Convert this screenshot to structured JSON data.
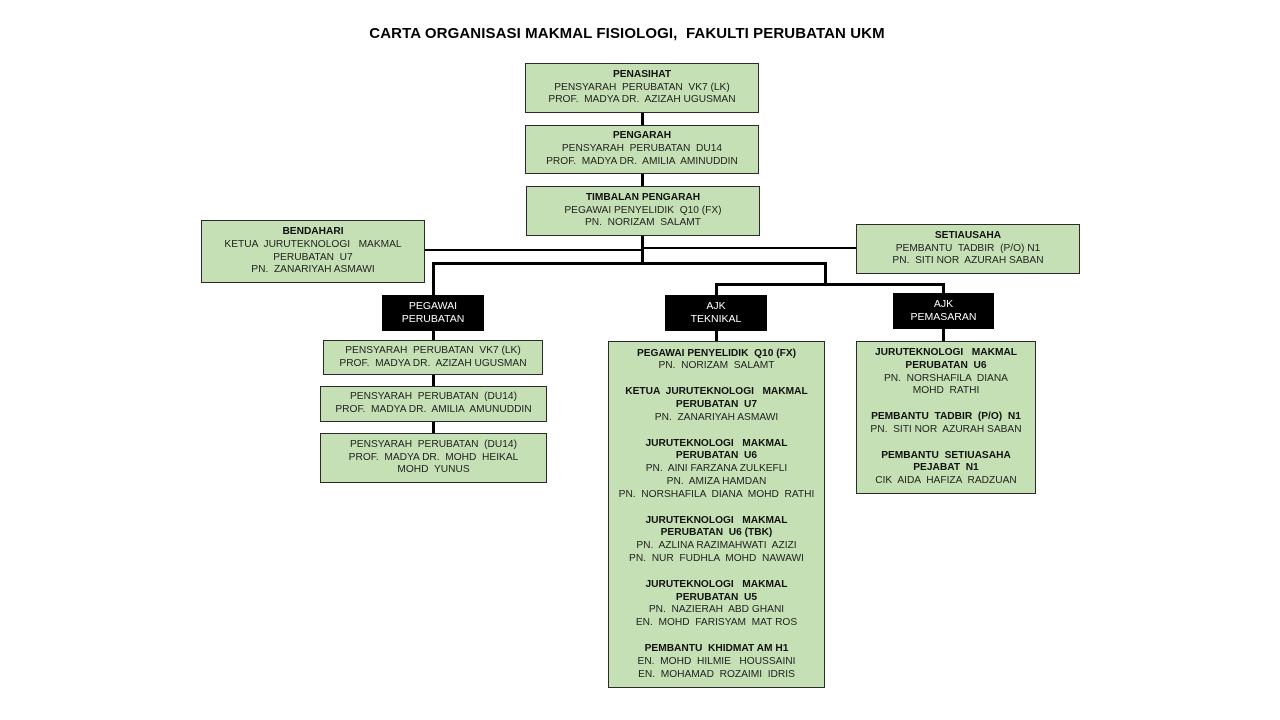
{
  "title": "CARTA ORGANISASI MAKMAL FISIOLOGI,  FAKULTI PERUBATAN UKM",
  "top_chain": [
    {
      "role": "PENASIHAT",
      "lines": [
        "PENSYARAH  PERUBATAN  VK7 (LK)",
        "PROF.  MADYA DR.  AZIZAH UGUSMAN"
      ]
    },
    {
      "role": "PENGARAH",
      "lines": [
        "PENSYARAH  PERUBATAN  DU14",
        "PROF.  MADYA DR.  AMILIA  AMINUDDIN"
      ]
    },
    {
      "role": "TIMBALAN PENGARAH",
      "lines": [
        "PEGAWAI PENYELIDIK  Q10 (FX)",
        "PN.  NORIZAM  SALAMT"
      ]
    }
  ],
  "bendahari": {
    "role": "BENDAHARI",
    "lines": [
      "KETUA  JURUTEKNOLOGI   MAKMAL",
      "PERUBATAN  U7",
      "PN.  ZANARIYAH ASMAWI"
    ]
  },
  "setiausaha": {
    "role": "SETIAUSAHA",
    "lines": [
      "PEMBANTU  TADBIR  (P/O) N1",
      "PN.  SITI NOR  AZURAH SABAN"
    ]
  },
  "units": {
    "pegawai_perubatan": {
      "header": [
        "PEGAWAI",
        "PERUBATAN"
      ],
      "members": [
        {
          "lines": [
            "PENSYARAH  PERUBATAN  VK7 (LK)",
            "PROF.  MADYA DR.  AZIZAH UGUSMAN"
          ]
        },
        {
          "lines": [
            "PENSYARAH  PERUBATAN  (DU14)",
            "PROF.  MADYA DR.  AMILIA  AMUNUDDIN"
          ]
        },
        {
          "lines": [
            "PENSYARAH  PERUBATAN  (DU14)",
            "PROF.  MADYA DR.  MOHD  HEIKAL",
            "MOHD  YUNUS"
          ]
        }
      ]
    },
    "ajk_teknikal": {
      "header": [
        "AJK",
        "TEKNIKAL"
      ],
      "groups": [
        {
          "titles": [
            "PEGAWAI PENYELIDIK  Q10 (FX)"
          ],
          "names": [
            "PN.  NORIZAM  SALAMT"
          ]
        },
        {
          "titles": [
            "KETUA  JURUTEKNOLOGI   MAKMAL",
            "PERUBATAN  U7"
          ],
          "names": [
            "PN.  ZANARIYAH ASMAWI"
          ]
        },
        {
          "titles": [
            "JURUTEKNOLOGI   MAKMAL",
            "PERUBATAN  U6"
          ],
          "names": [
            "PN.  AINI FARZANA ZULKEFLI",
            "PN.  AMIZA HAMDAN",
            "PN.  NORSHAFILA  DIANA  MOHD  RATHI"
          ]
        },
        {
          "titles": [
            "JURUTEKNOLOGI   MAKMAL",
            "PERUBATAN  U6 (TBK)"
          ],
          "names": [
            "PN.  AZLINA RAZIMAHWATI  AZIZI",
            "PN.  NUR  FUDHLA  MOHD  NAWAWI"
          ]
        },
        {
          "titles": [
            "JURUTEKNOLOGI   MAKMAL",
            "PERUBATAN  U5"
          ],
          "names": [
            "PN.  NAZIERAH  ABD GHANI",
            "EN.  MOHD  FARISYAM  MAT ROS"
          ]
        },
        {
          "titles": [
            "PEMBANTU  KHIDMAT AM H1"
          ],
          "names": [
            "EN.  MOHD  HILMIE   HOUSSAINI",
            "EN.  MOHAMAD  ROZAIMI  IDRIS"
          ]
        }
      ]
    },
    "ajk_pemasaran": {
      "header": [
        "AJK",
        "PEMASARAN"
      ],
      "groups": [
        {
          "titles": [
            "JURUTEKNOLOGI   MAKMAL",
            "PERUBATAN  U6"
          ],
          "names": [
            "PN.  NORSHAFILA  DIANA",
            "MOHD  RATHI"
          ]
        },
        {
          "titles": [
            "PEMBANTU  TADBIR  (P/O)  N1"
          ],
          "names": [
            "PN.  SITI NOR  AZURAH SABAN"
          ]
        },
        {
          "titles": [
            "PEMBANTU  SETIUASAHA",
            "PEJABAT  N1"
          ],
          "names": [
            "CIK  AIDA  HAFIZA  RADZUAN"
          ]
        }
      ]
    }
  },
  "colors": {
    "box_fill": "#c5e0b4",
    "header_fill": "#000000",
    "connector": "#000000"
  }
}
